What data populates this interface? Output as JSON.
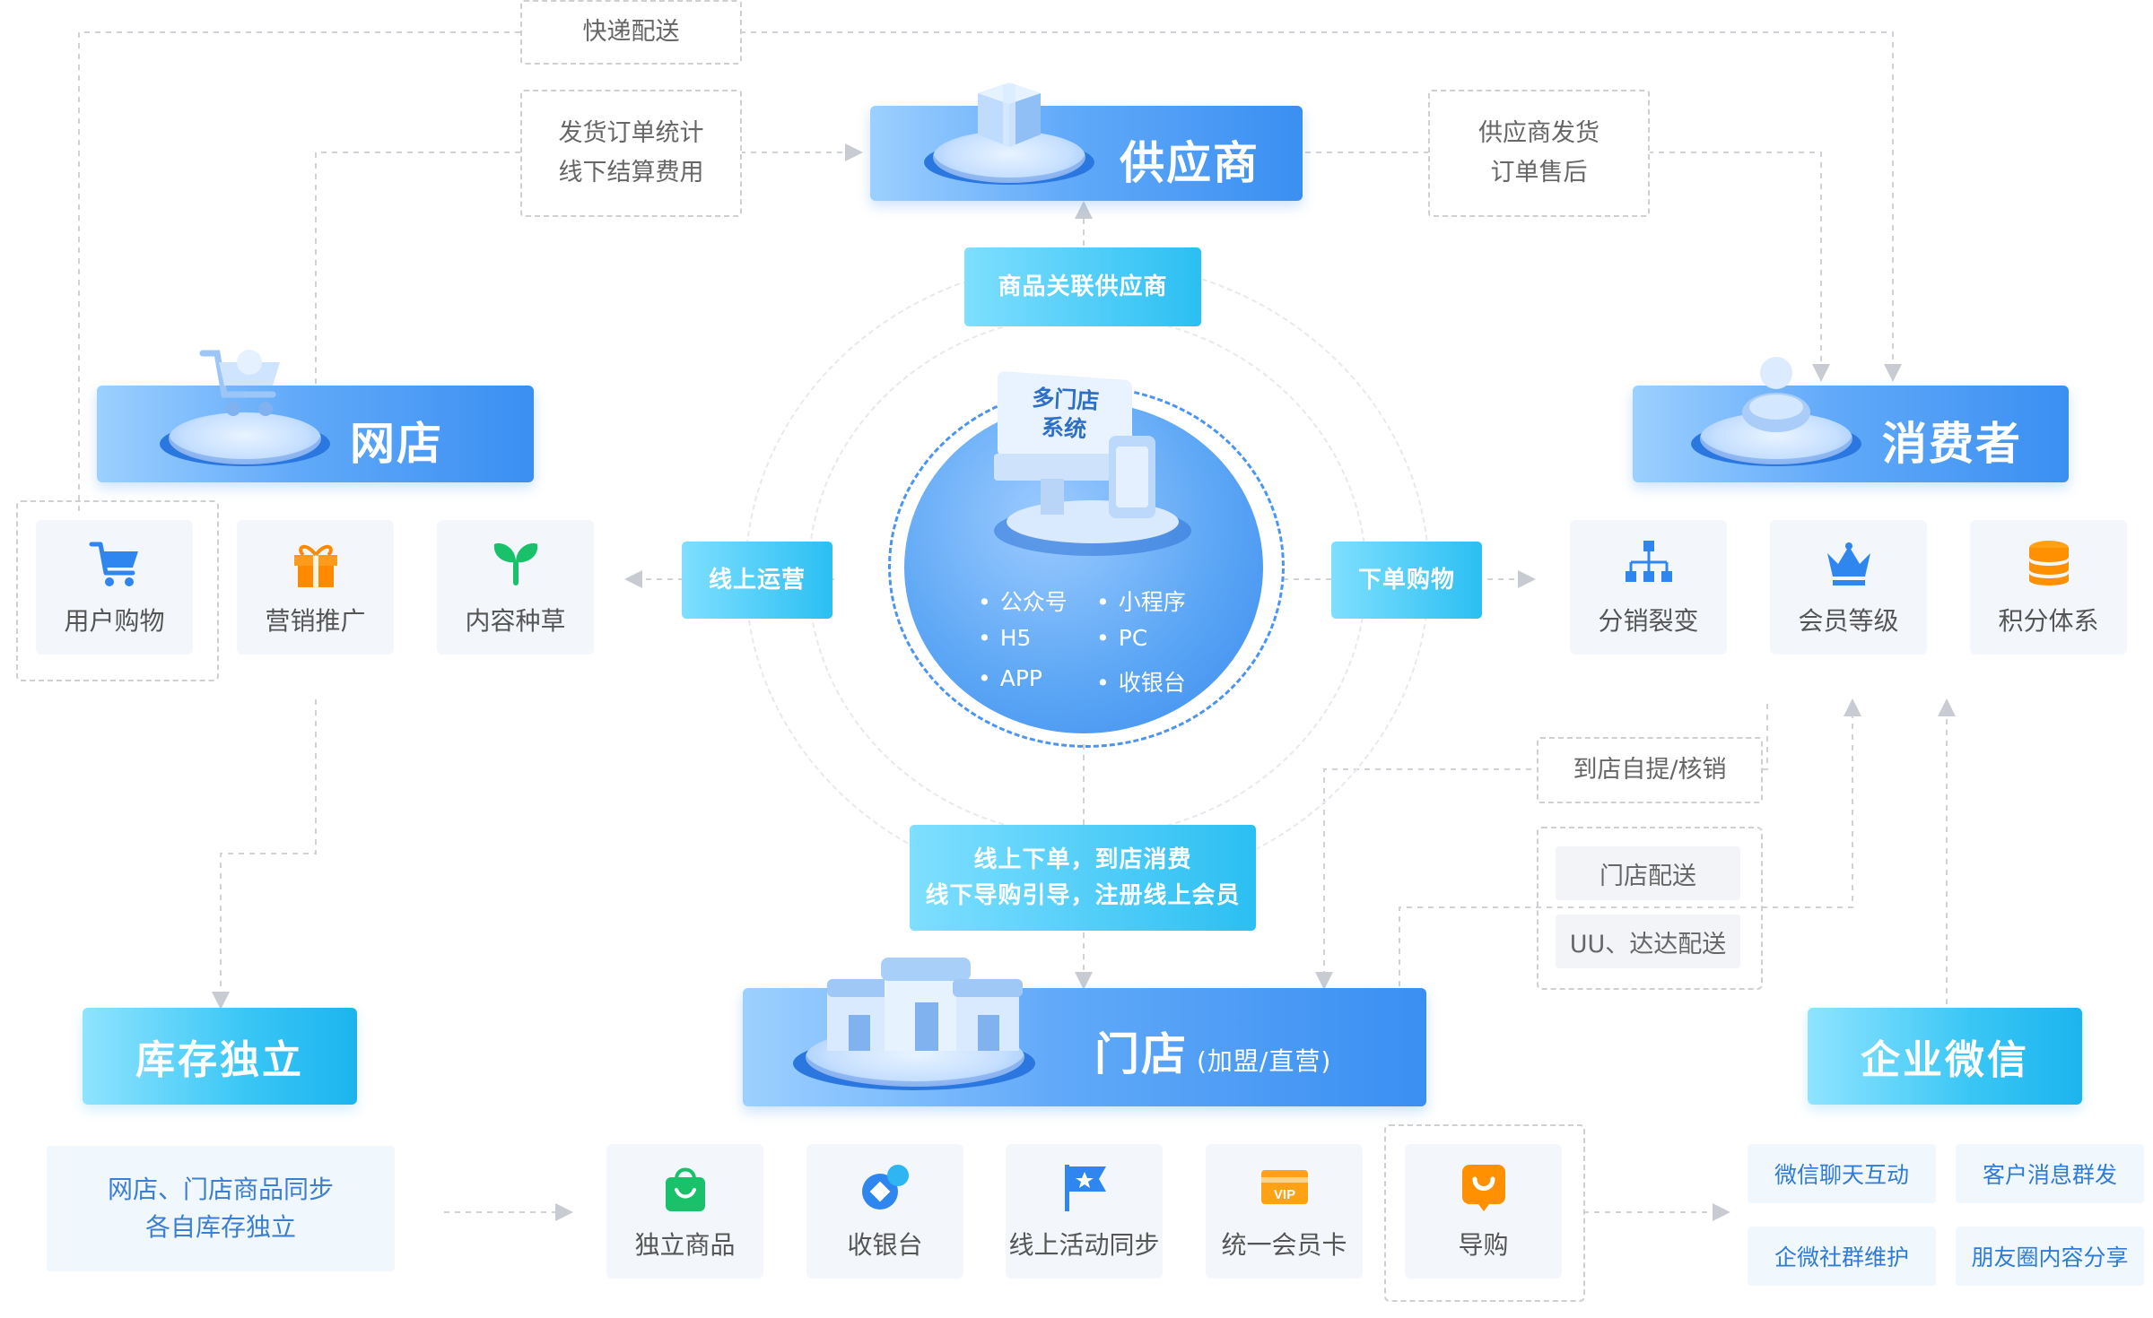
{
  "headers": {
    "supplier": "供应商",
    "shop": "网店",
    "consumer": "消费者",
    "store": "门店",
    "store_sub": "(加盟/直营)",
    "inventory": "库存独立",
    "wecom": "企业微信"
  },
  "dashed_labels": {
    "express": "快递配送",
    "ship_stats_1": "发货订单统计",
    "ship_stats_2": "线下结算费用",
    "supplier_ship_1": "供应商发货",
    "supplier_ship_2": "订单售后",
    "pickup": "到店自提/核销",
    "store_delivery": "门店配送",
    "uu_delivery": "UU、达达配送"
  },
  "flow_labels": {
    "link_supplier": "商品关联供应商",
    "online_ops": "线上运营",
    "order_shop": "下单购物",
    "o2o_1": "线上下单，到店消费",
    "o2o_2": "线下导购引导，注册线上会员"
  },
  "hub": {
    "title_1": "多门店",
    "title_2": "系统",
    "channels": [
      "公众号",
      "小程序",
      "H5",
      "PC",
      "APP",
      "收银台"
    ]
  },
  "shop_features": [
    {
      "label": "用户购物",
      "icon": "cart-icon"
    },
    {
      "label": "营销推广",
      "icon": "gift-icon"
    },
    {
      "label": "内容种草",
      "icon": "sprout-icon"
    }
  ],
  "consumer_features": [
    {
      "label": "分销裂变",
      "icon": "org-tree-icon"
    },
    {
      "label": "会员等级",
      "icon": "crown-icon"
    },
    {
      "label": "积分体系",
      "icon": "coins-icon"
    }
  ],
  "store_features": [
    {
      "label": "独立商品",
      "icon": "bag-icon"
    },
    {
      "label": "收银台",
      "icon": "cashier-icon"
    },
    {
      "label": "线上活动同步",
      "icon": "flag-icon"
    },
    {
      "label": "统一会员卡",
      "icon": "vip-icon"
    },
    {
      "label": "导购",
      "icon": "guide-icon"
    }
  ],
  "inventory_desc": {
    "line1": "网店、门店商品同步",
    "line2": "各自库存独立"
  },
  "wecom_features": [
    "微信聊天互动",
    "客户消息群发",
    "企微社群维护",
    "朋友圈内容分享"
  ],
  "colors": {
    "blue_header": "#3a8ff2",
    "cyan_header": "#1cb4ee",
    "card_bg": "#f3f7fc",
    "text_gray": "#555555",
    "wecom_text": "#2f7bd6"
  }
}
